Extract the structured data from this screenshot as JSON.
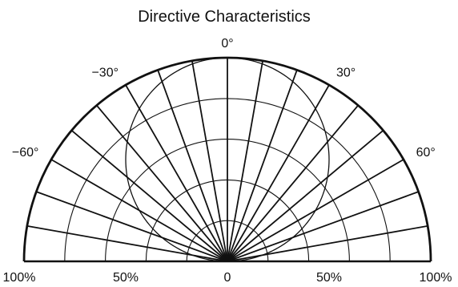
{
  "chart_data": {
    "type": "polar",
    "title": "Directive Characteristics",
    "angle_range": [
      -90,
      90
    ],
    "spoke_step_deg": 10,
    "ring_step_percent": 20,
    "angle_labels": [
      {
        "angle": -60,
        "text": "−60°"
      },
      {
        "angle": -30,
        "text": "−30°"
      },
      {
        "angle": 0,
        "text": "0°"
      },
      {
        "angle": 30,
        "text": "30°"
      },
      {
        "angle": 60,
        "text": "60°"
      }
    ],
    "radial_labels": [
      {
        "side": "left",
        "value": 100,
        "text": "100%"
      },
      {
        "side": "left",
        "value": 50,
        "text": "50%"
      },
      {
        "side": "center",
        "value": 0,
        "text": "0"
      },
      {
        "side": "right",
        "value": 50,
        "text": "50%"
      },
      {
        "side": "right",
        "value": 100,
        "text": "100%"
      }
    ],
    "series": [
      {
        "curve": "cos",
        "angles_deg": [
          -90,
          -80,
          -70,
          -60,
          -50,
          -40,
          -30,
          -20,
          -10,
          0,
          10,
          20,
          30,
          40,
          50,
          60,
          70,
          80,
          90
        ],
        "relative_intensity_percent": [
          0,
          17,
          34,
          50,
          64,
          77,
          87,
          94,
          98,
          100,
          98,
          94,
          87,
          77,
          64,
          50,
          34,
          17,
          0
        ]
      }
    ]
  }
}
